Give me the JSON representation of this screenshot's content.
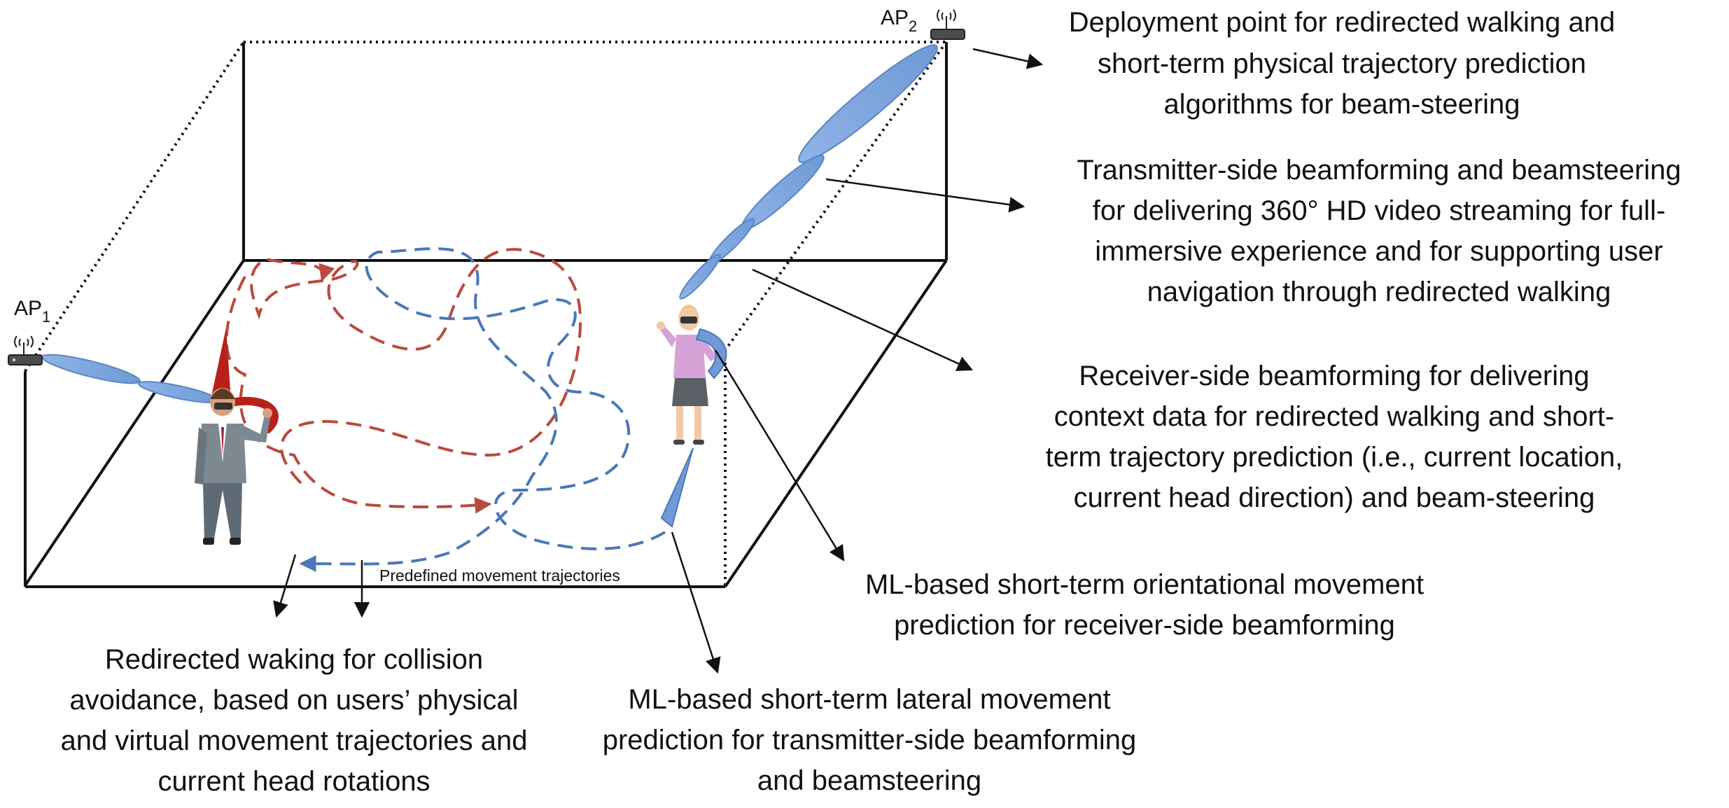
{
  "access_points": {
    "ap1": {
      "label": "AP",
      "sub": "1"
    },
    "ap2": {
      "label": "AP",
      "sub": "2"
    }
  },
  "labels": {
    "deployment": [
      "Deployment point for redirected walking and",
      "short-term physical trajectory prediction",
      "algorithms for beam-steering"
    ],
    "transmitter_side": [
      "Transmitter-side beamforming and beamsteering",
      "for delivering 360° HD video streaming for full-",
      "immersive experience and for supporting user",
      "navigation through redirected walking"
    ],
    "receiver_side": [
      "Receiver-side beamforming for delivering",
      "context data for redirected walking and short-",
      "term trajectory prediction (i.e., current location,",
      "current head direction) and beam-steering"
    ],
    "orientational": [
      "ML-based short-term orientational movement",
      "prediction for receiver-side beamforming"
    ],
    "lateral": [
      "ML-based short-term lateral movement",
      "prediction for transmitter-side beamforming",
      "and beamsteering"
    ],
    "redirected": [
      "Redirected waking for collision",
      "avoidance, based on users’ physical",
      "and virtual movement trajectories and",
      "current head rotations"
    ],
    "trajectories": "Predefined movement trajectories"
  },
  "colors": {
    "beam": "#7ea6dc",
    "beam_edge": "#5b86c4",
    "red_path": "#b94a3e",
    "blue_path": "#4a78b8",
    "red_cone": "#b8211a",
    "text": "#111111"
  }
}
